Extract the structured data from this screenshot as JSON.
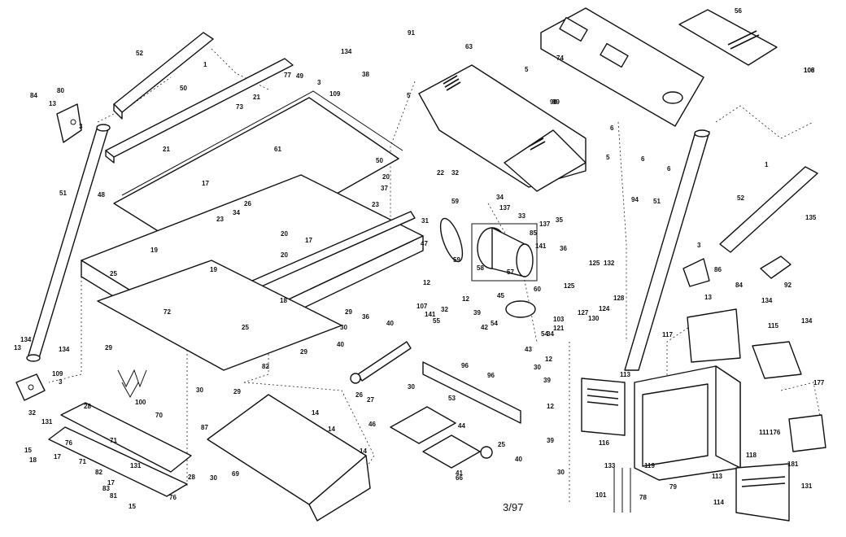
{
  "diagram": {
    "date_code": "3/97",
    "callouts": [
      "1",
      "3",
      "5",
      "6",
      "12",
      "13",
      "14",
      "15",
      "17",
      "18",
      "19",
      "20",
      "21",
      "22",
      "23",
      "25",
      "26",
      "27",
      "28",
      "29",
      "30",
      "31",
      "32",
      "33",
      "34",
      "35",
      "36",
      "37",
      "38",
      "39",
      "40",
      "41",
      "42",
      "43",
      "44",
      "45",
      "46",
      "47",
      "48",
      "49",
      "50",
      "51",
      "52",
      "53",
      "54",
      "55",
      "56",
      "57",
      "58",
      "59",
      "60",
      "61",
      "63",
      "66",
      "69",
      "70",
      "71",
      "72",
      "73",
      "74",
      "76",
      "77",
      "78",
      "79",
      "80",
      "81",
      "82",
      "83",
      "84",
      "85",
      "86",
      "87",
      "90",
      "91",
      "92",
      "94",
      "96",
      "99",
      "100",
      "101",
      "103",
      "106",
      "107",
      "108",
      "109",
      "111",
      "113",
      "114",
      "115",
      "116",
      "117",
      "118",
      "119",
      "121",
      "124",
      "125",
      "127",
      "128",
      "130",
      "131",
      "132",
      "133",
      "134",
      "135",
      "137",
      "141",
      "176",
      "177",
      "181"
    ]
  }
}
